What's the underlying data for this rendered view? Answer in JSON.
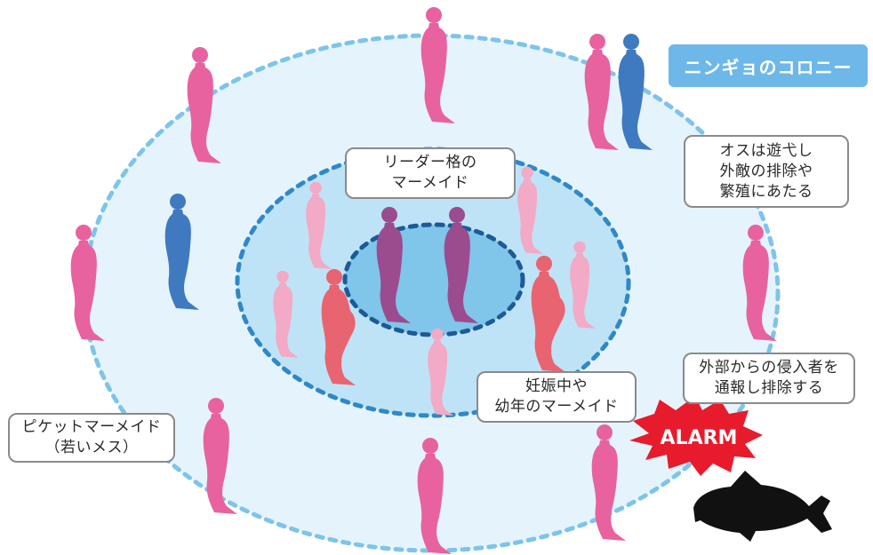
{
  "title": "ニンギョのコロニー",
  "callouts": {
    "leader": [
      "リーダー格の",
      "マーメイド"
    ],
    "males": [
      "オスは遊弋し",
      "外敵の排除や",
      "繁殖にあたる"
    ],
    "intruder": [
      "外部からの侵入者を",
      "通報し排除する"
    ],
    "pregnant": [
      "妊娠中や",
      "幼年のマーメイド"
    ],
    "picket": [
      "ピケットマーメイド",
      "（若いメス）"
    ]
  },
  "alarm": "ALARM",
  "colors": {
    "female": "#e8629f",
    "male": "#3f79c0",
    "leader": "#9b4c8e",
    "pregnant": "#e86470",
    "juvenile": "#f2aac6",
    "ring": "#7ec4ea",
    "title_bg": "#6db8e8",
    "alarm": "#e81b2c",
    "orca": "#111111"
  }
}
